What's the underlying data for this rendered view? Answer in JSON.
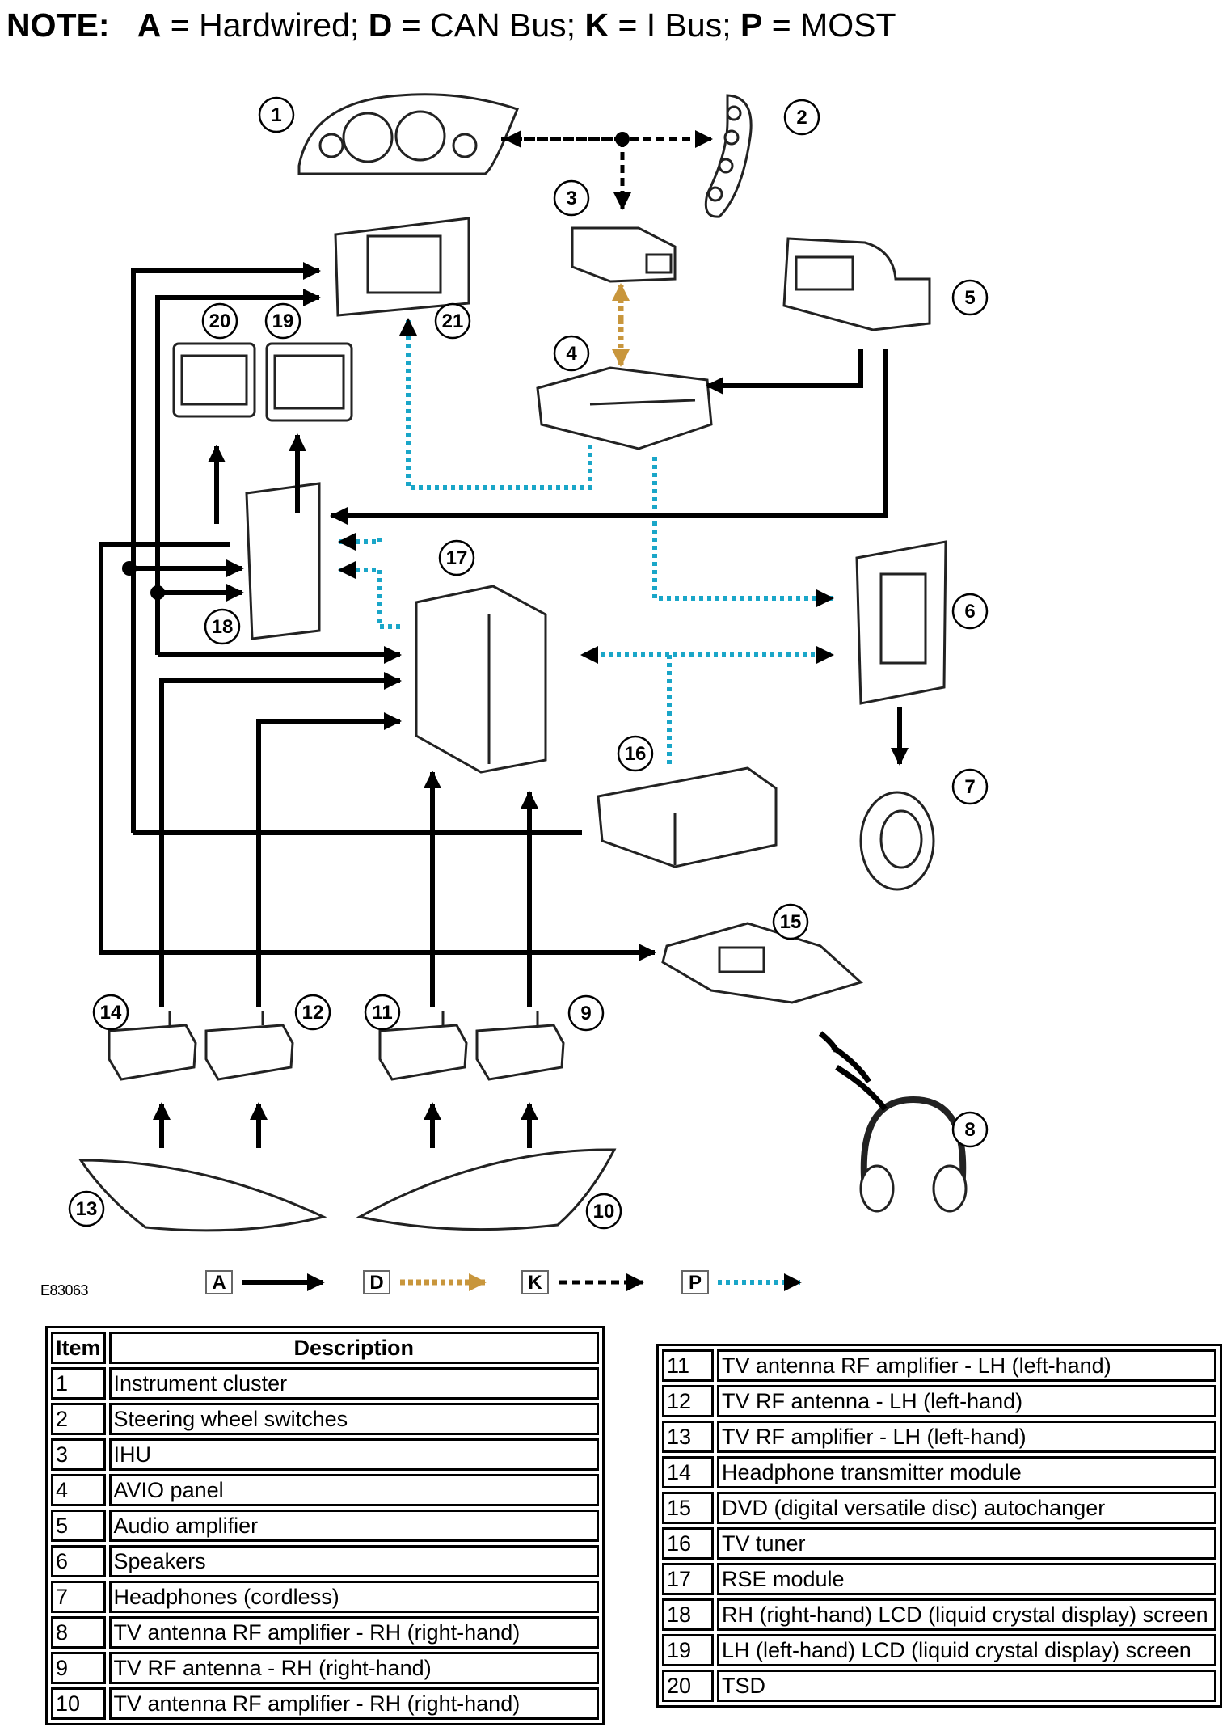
{
  "note": {
    "prefix": "NOTE:",
    "codes": [
      {
        "letter": "A",
        "text": " = Hardwired; "
      },
      {
        "letter": "D",
        "text": " = CAN Bus; "
      },
      {
        "letter": "K",
        "text": " = I Bus; "
      },
      {
        "letter": "P",
        "text": " = MOST"
      }
    ]
  },
  "figure_ref": "E83063",
  "callouts": [
    "1",
    "2",
    "3",
    "4",
    "5",
    "6",
    "7",
    "8",
    "9",
    "10",
    "11",
    "12",
    "13",
    "14",
    "15",
    "16",
    "17",
    "18",
    "19",
    "20",
    "21"
  ],
  "legend": [
    {
      "code": "A",
      "style": "hardwired",
      "color": "#000000"
    },
    {
      "code": "D",
      "style": "can",
      "color": "#c8963c"
    },
    {
      "code": "K",
      "style": "ibus",
      "color": "#000000"
    },
    {
      "code": "P",
      "style": "most",
      "color": "#1aa6c8"
    }
  ],
  "table_left": {
    "header": {
      "item": "Item",
      "description": "Description"
    },
    "rows": [
      {
        "item": "1",
        "description": "Instrument cluster"
      },
      {
        "item": "2",
        "description": "Steering wheel switches"
      },
      {
        "item": "3",
        "description": "IHU"
      },
      {
        "item": "4",
        "description": "AVIO panel"
      },
      {
        "item": "5",
        "description": "Audio amplifier"
      },
      {
        "item": "6",
        "description": "Speakers"
      },
      {
        "item": "7",
        "description": "Headphones (cordless)"
      },
      {
        "item": "8",
        "description": "TV antenna RF amplifier - RH (right-hand)"
      },
      {
        "item": "9",
        "description": "TV RF antenna - RH (right-hand)"
      },
      {
        "item": "10",
        "description": "TV antenna RF amplifier - RH (right-hand)"
      }
    ]
  },
  "table_right": {
    "rows": [
      {
        "item": "11",
        "description": "TV antenna RF amplifier - LH (left-hand)"
      },
      {
        "item": "12",
        "description": "TV RF antenna - LH (left-hand)"
      },
      {
        "item": "13",
        "description": "TV RF amplifier - LH (left-hand)"
      },
      {
        "item": "14",
        "description": "Headphone transmitter module"
      },
      {
        "item": "15",
        "description": "DVD (digital versatile disc) autochanger"
      },
      {
        "item": "16",
        "description": "TV tuner"
      },
      {
        "item": "17",
        "description": "RSE module"
      },
      {
        "item": "18",
        "description": "RH (right-hand) LCD (liquid crystal display) screen"
      },
      {
        "item": "19",
        "description": "LH (left-hand) LCD (liquid crystal display) screen"
      },
      {
        "item": "20",
        "description": "TSD"
      }
    ]
  }
}
